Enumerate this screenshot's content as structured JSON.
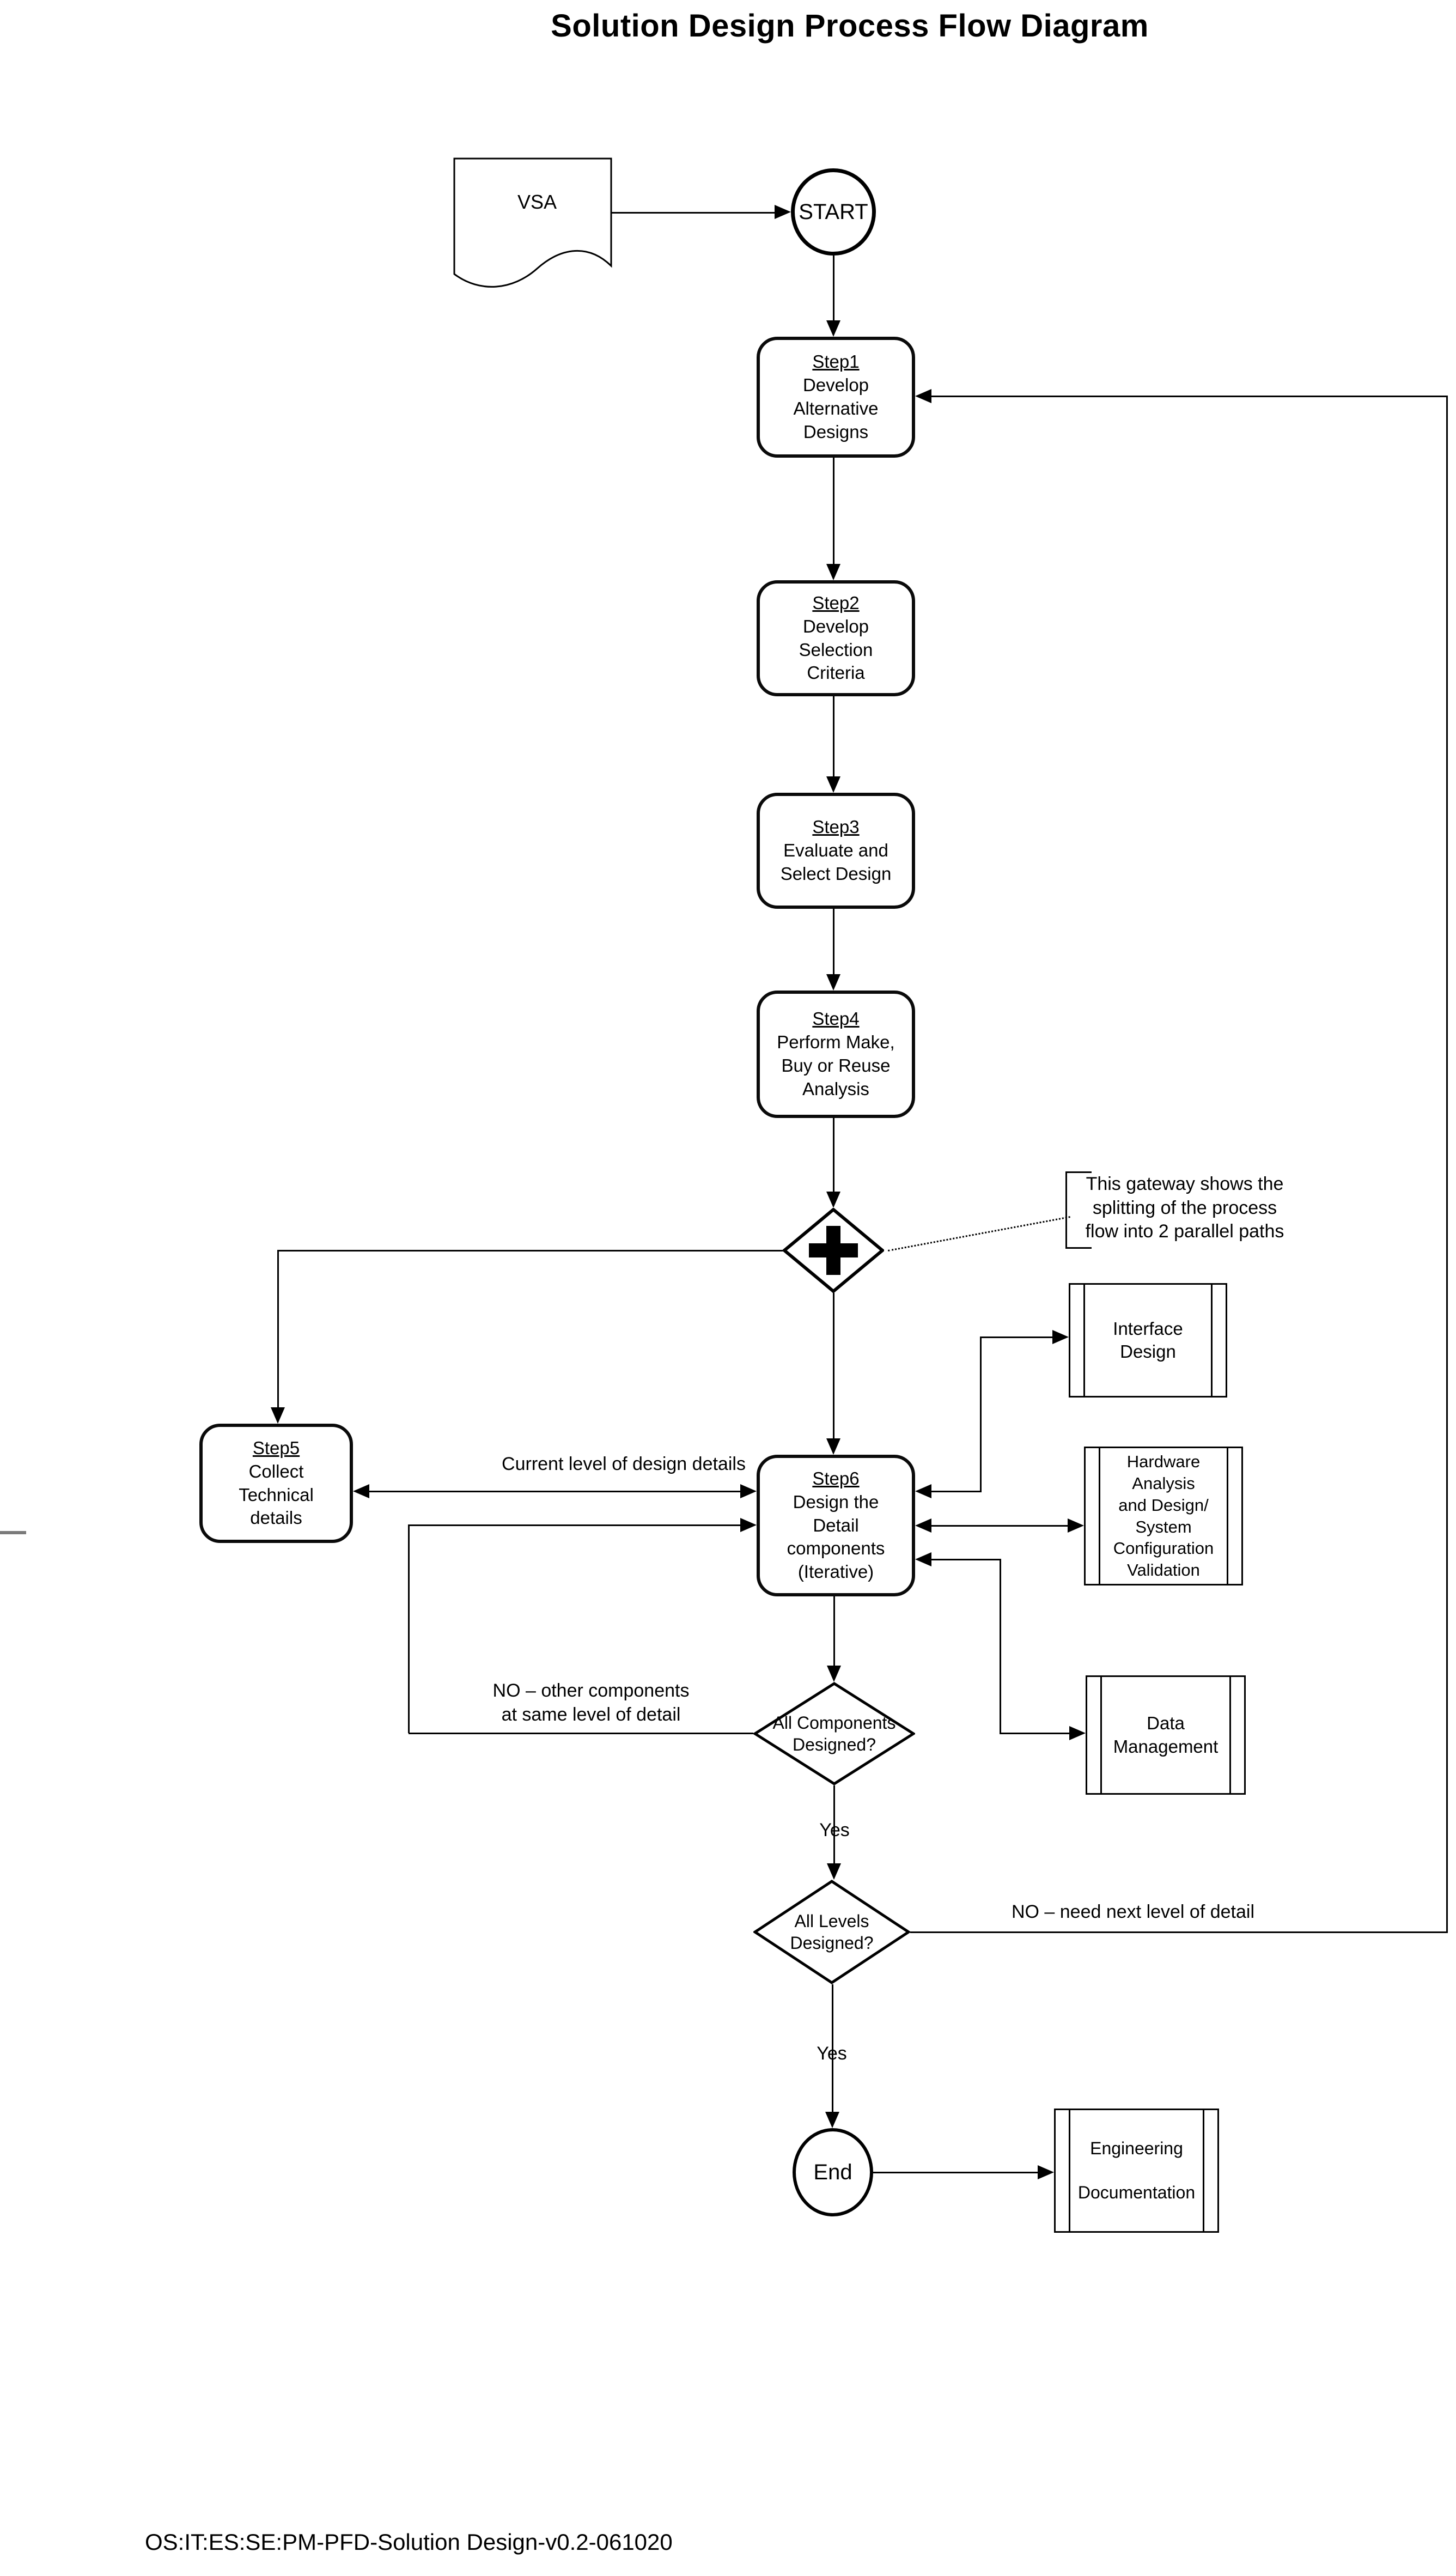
{
  "title": "Solution Design Process Flow Diagram",
  "footer": "OS:IT:ES:SE:PM-PFD-Solution Design-v0.2-061020",
  "nodes": {
    "vsa": {
      "label": "VSA"
    },
    "start": {
      "label": "START"
    },
    "step1": {
      "id": "Step1",
      "label": "Develop Alternative Designs"
    },
    "step2": {
      "id": "Step2",
      "label": "Develop Selection Criteria"
    },
    "step3": {
      "id": "Step3",
      "label": "Evaluate and Select Design"
    },
    "step4": {
      "id": "Step4",
      "label": "Perform Make, Buy or Reuse Analysis"
    },
    "step5": {
      "id": "Step5",
      "label": "Collect Technical details"
    },
    "step6": {
      "id": "Step6",
      "label": "Design the Detail components",
      "note": "(Iterative)"
    },
    "gateway_parallel": {
      "annotation": "This gateway shows the\nsplitting of the process\nflow into 2 parallel paths"
    },
    "decision_components": {
      "label": "All Components\nDesigned?"
    },
    "decision_levels": {
      "label": "All Levels\nDesigned?"
    },
    "interface_design": {
      "label": "Interface\nDesign"
    },
    "hardware": {
      "label": "Hardware\nAnalysis\nand Design/\nSystem\nConfiguration\nValidation"
    },
    "data_management": {
      "label": "Data\nManagement"
    },
    "engineering_documentation": {
      "label": "Engineering\n\nDocumentation"
    },
    "end": {
      "label": "End"
    }
  },
  "edge_labels": {
    "current_level": "Current level of design details",
    "no_components": "NO – other components\nat same level of detail",
    "no_levels": "NO – need next level of detail",
    "yes_components": "Yes",
    "yes_levels": "Yes"
  }
}
